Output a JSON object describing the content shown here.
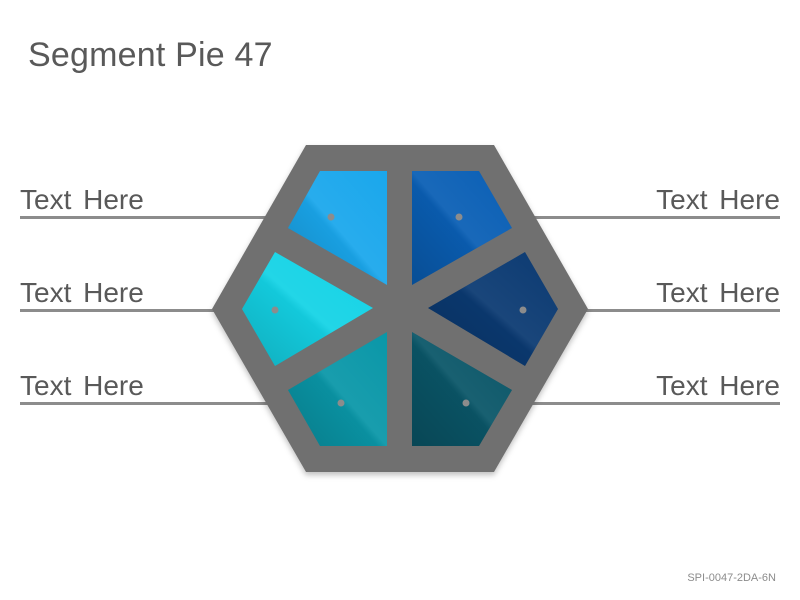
{
  "title": "Segment Pie 47",
  "footer_code": "SPI-0047-2DA-6N",
  "segments": [
    {
      "label": "Text Here",
      "side": "left",
      "color": "#1aa7ec"
    },
    {
      "label": "Text Here",
      "side": "left",
      "color": "#14d3e6"
    },
    {
      "label": "Text Here",
      "side": "left",
      "color": "#0a97a8"
    },
    {
      "label": "Text Here",
      "side": "right",
      "color": "#0a5fb5"
    },
    {
      "label": "Text Here",
      "side": "right",
      "color": "#0b3a72"
    },
    {
      "label": "Text Here",
      "side": "right",
      "color": "#0a5668"
    }
  ],
  "frame_color": "#707070",
  "rule_color": "#8c8c8c"
}
